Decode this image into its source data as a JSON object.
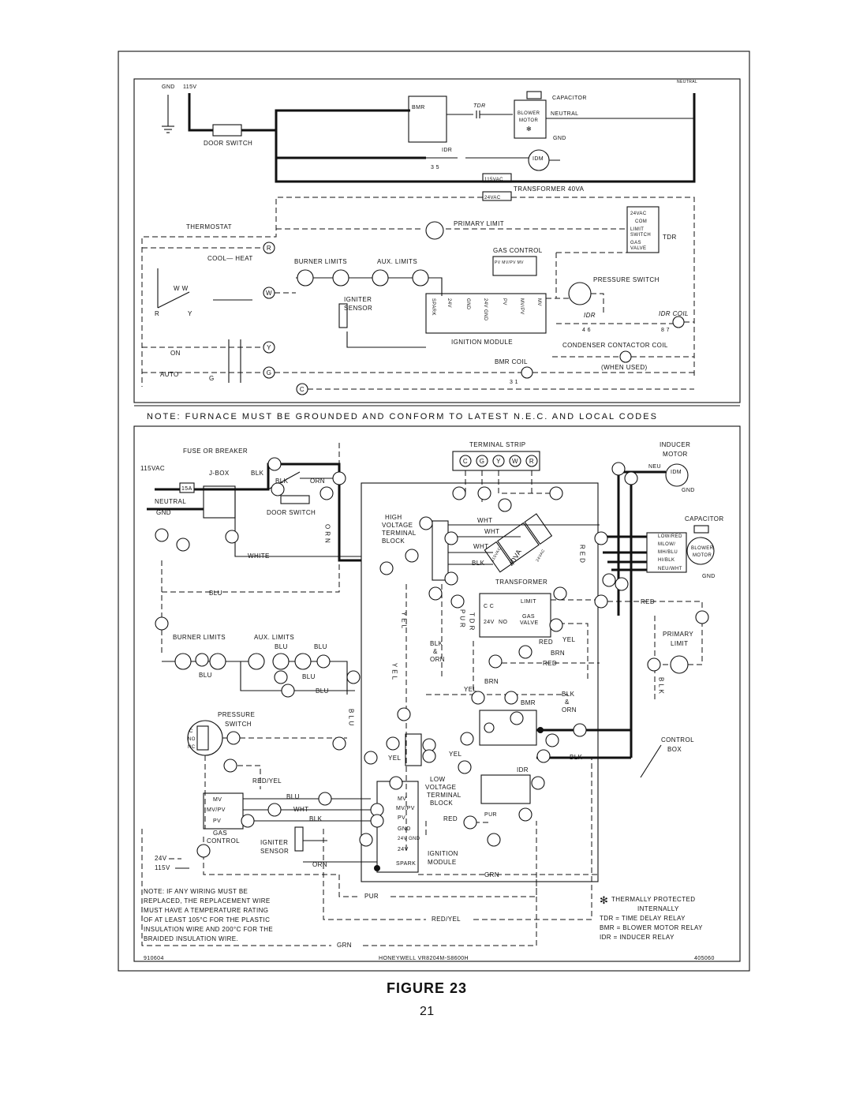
{
  "top": {
    "gnd": "GND",
    "v115": "115V",
    "neutral_top": "NEUTRAL",
    "door_switch": "DOOR SWITCH",
    "bmr": "BMR",
    "tdr": "TDR",
    "capacitor": "CAPACITOR",
    "blower": "BLOWER",
    "motor": "MOTOR",
    "neutral": "NEUTRAL",
    "gnd2": "GND",
    "idr": "IDR",
    "idm": "IDM",
    "idr_pins": "3    5",
    "tx_115": "115VAC",
    "tx_24": "24VAC",
    "transformer": "TRANSFORMER 40VA",
    "thermostat": "THERMOSTAT",
    "primary_limit": "PRIMARY LIMIT",
    "t_24vac": "24VAC",
    "t_com": "COM",
    "t_limit": "LIMIT",
    "t_switch": "SWITCH",
    "t_gas": "GAS",
    "t_valve": "VALVE",
    "tdr_box": "TDR",
    "gas_control": "GAS CONTROL",
    "gas_pins": "PV  MV/PV  MV",
    "cool_heat": "COOL— HEAT",
    "burner_limits": "BURNER LIMITS",
    "aux_limits": "AUX. LIMITS",
    "igniter": "IGNITER",
    "sensor": "SENSOR",
    "mod_pins": [
      "SPARK",
      "24V",
      "GND",
      "24V GND",
      "PV",
      "MV/PV",
      "MV"
    ],
    "ignition_module": "IGNITION MODULE",
    "pressure_switch": "PRESSURE SWITCH",
    "idr_small": "IDR",
    "idr_coil": "IDR COIL",
    "coil_pins": "4    6",
    "coil_pin8": "8    7",
    "condenser": "CONDENSER CONTACTOR COIL",
    "when_used": "(WHEN USED)",
    "bmr_coil": "BMR COIL",
    "bmr_pins": "3        1",
    "r": "R",
    "w": "W",
    "y": "Y",
    "g": "G",
    "c": "C",
    "ww": "W    W",
    "ry": "R",
    "y1": "Y",
    "on": "ON",
    "auto": "AUTO",
    "gg": "G"
  },
  "note_banner": "NOTE: FURNACE MUST BE GROUNDED AND CONFORM TO LATEST N.E.C. AND LOCAL CODES",
  "bottom": {
    "fuse": "FUSE OR BREAKER",
    "v115vac": "115VAC",
    "jbox": "J-BOX",
    "blk": "BLK",
    "blk2": "BLK",
    "orn": "ORN",
    "a15": "15A",
    "neutral": "NEUTRAL",
    "gnd": "GND",
    "door_switch": "DOOR SWITCH",
    "orn_v": "O R N",
    "white": "WHITE",
    "terminal_strip": "TERMINAL STRIP",
    "ts_letters": [
      "C",
      "G",
      "Y",
      "W",
      "R"
    ],
    "inducer": "INDUCER",
    "motor": "MOTOR",
    "neu": "NEU",
    "idm": "IDM",
    "gnd_r": "GND",
    "hvtb": [
      "HIGH",
      "VOLTAGE",
      "TERMINAL",
      "BLOCK"
    ],
    "wht": "WHT",
    "wht2": "WHT",
    "wht3": "WHT",
    "blk3": "BLK",
    "tx_115": "115VAC",
    "tx_40": "40VA",
    "tx_24": "24VAC",
    "transformer": "TRANSFORMER",
    "red_v": "R E D",
    "capacitor": "CAPACITOR",
    "cap_labels": [
      "LOW/RED",
      "MLOW/",
      "MH/BLU",
      "HI/BLK",
      "NEU/WHT"
    ],
    "blower": "BLOWER",
    "motor2": "MOTOR",
    "gnd_b": "GND",
    "blu": "BLU",
    "red": "RED",
    "primary": "PRIMARY",
    "limit": "LIMIT",
    "burner_limits": "BURNER LIMITS",
    "aux_limits": "AUX. LIMITS",
    "blu_a": "BLU",
    "blu_b": "BLU",
    "blu_c": "BLU",
    "blu_d": "BLU",
    "blu_e": "BLU",
    "yel_v": "Y E L",
    "blk_orn": [
      "BLK",
      "&",
      "ORN"
    ],
    "pur_v": "P U R",
    "tdr_v": "T D R",
    "cc": "C  C",
    "limit_box": "LIMIT",
    "gas_valve": [
      "GAS",
      "VALVE"
    ],
    "v24": "24V",
    "no": "NO",
    "red2": "RED",
    "yel": "YEL",
    "brn": "BRN",
    "red3": "RED",
    "brn2": "BRN",
    "yel2": "YEL",
    "blk_orn2": [
      "BLK",
      "&",
      "ORN"
    ],
    "b_l_k": "B L K",
    "bmr": "BMR",
    "yel_v2": "Y E L",
    "blu_v": "B L U",
    "pressure": "PRESSURE",
    "switch": "SWITCH",
    "cnc": [
      "C",
      "NO",
      "NC"
    ],
    "control": "CONTROL",
    "box": "BOX",
    "yel3": "YEL",
    "yel4": "YEL",
    "blk4": "BLK",
    "red_yel": "RED/YEL",
    "blu2": "BLU",
    "wht4": "WHT",
    "blk5": "BLK",
    "mv": "MV",
    "mvpv": "MV/PV",
    "pv": "PV",
    "gas": "GAS",
    "control2": "CONTROL",
    "igniter": "IGNITER",
    "sensor": "SENSOR",
    "orn2": "ORN",
    "mod": [
      "MV",
      "MV/PV",
      "PV",
      "GND",
      "24V GND",
      "24V",
      "SPARK"
    ],
    "lvtb": [
      "LOW",
      "VOLTAGE",
      "TERMINAL",
      "BLOCK"
    ],
    "idr": "IDR",
    "pur": "PUR",
    "red4": "RED",
    "ignition": "IGNITION",
    "module": "MODULE",
    "grn": "GRN",
    "v24_l": "24V",
    "v115_l": "115V",
    "pur2": "PUR",
    "red_yel2": "RED/YEL",
    "grn2": "GRN",
    "note_lines": [
      "NOTE: IF ANY WIRING MUST BE",
      "REPLACED, THE REPLACEMENT WIRE",
      "MUST HAVE A TEMPERATURE RATING",
      "OF AT LEAST 105°C FOR THE PLASTIC",
      "INSULATION WIRE AND 200°C FOR THE",
      "BRAIDED INSULATION WIRE."
    ],
    "legend": [
      "THERMALLY PROTECTED",
      "INTERNALLY",
      "TDR = TIME DELAY RELAY",
      "BMR = BLOWER MOTOR RELAY",
      "IDR = INDUCER RELAY"
    ],
    "star": "✻",
    "code_left": "910604",
    "code_mid": "HONEYWELL VR8204M-S8600H",
    "code_right": "405060"
  },
  "figure_caption": "FIGURE 23",
  "page_number": "21"
}
